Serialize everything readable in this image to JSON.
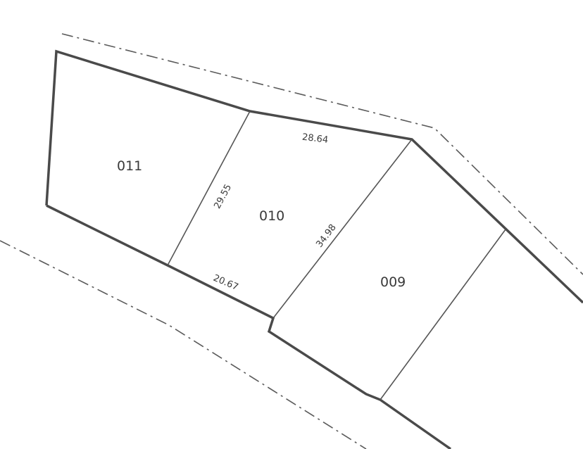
{
  "plan": {
    "lots": [
      {
        "id": "011",
        "label": "011"
      },
      {
        "id": "010",
        "label": "010"
      },
      {
        "id": "009",
        "label": "009"
      }
    ],
    "dimensions": {
      "lot010_top": "28.64",
      "lot010_left": "29.55",
      "lot010_right": "34.98",
      "lot010_bottom": "20.67"
    }
  }
}
